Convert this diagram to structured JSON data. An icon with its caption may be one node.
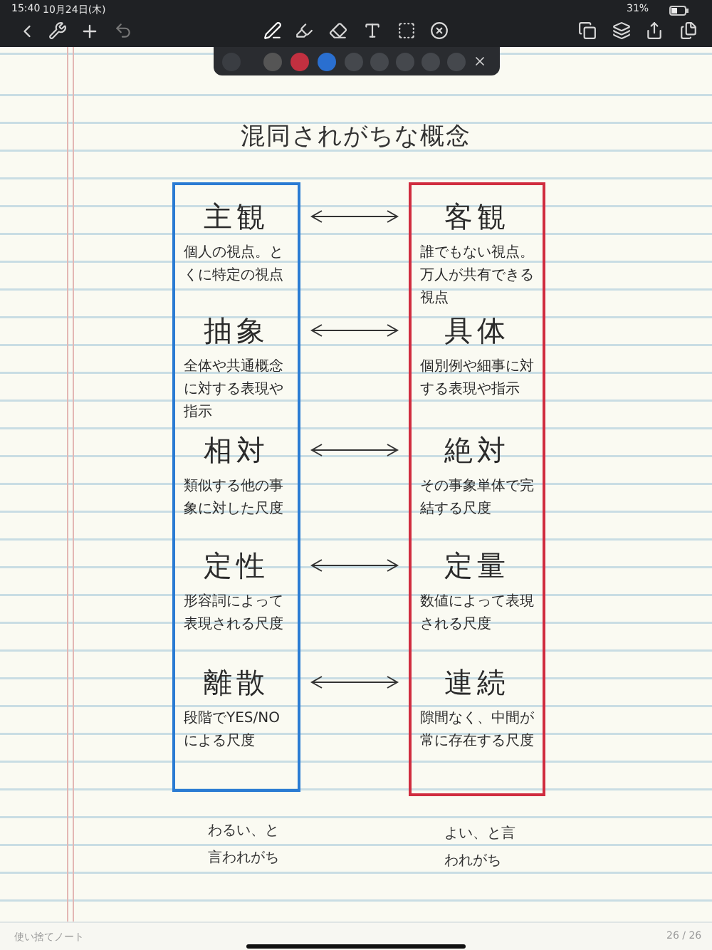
{
  "diagram": {
    "title": "混同されがちな概念",
    "nodes": [
      {
        "text": [],
        "shape": "box"
      },
      {
        "text": [
          "主観",
          "個人の視点。とくに特定の視点"
        ],
        "in": 0
      },
      {
        "text": [
          "抽象",
          "全体や共通概念に対する表現や指示"
        ],
        "in": 0
      },
      {
        "text": [
          "相対",
          "類似する他の事象に対した尺度"
        ],
        "in": 0
      },
      {
        "text": [
          "定性",
          "形容詞によって表現される尺度"
        ],
        "in": 0
      },
      {
        "text": [
          "離散",
          "段階でYES/NOによる尺度"
        ],
        "in": 0
      },
      {
        "text": [],
        "shape": "box"
      },
      {
        "text": [
          "客観",
          "誰でもない視点。万人が共有できる視点"
        ],
        "in": 6
      },
      {
        "text": [
          "具体",
          "個別例や細事に対する表現や指示"
        ],
        "in": 6
      },
      {
        "text": [
          "絶対",
          "その事象単体で完結する尺度"
        ],
        "in": 6
      },
      {
        "text": [
          "定量",
          "数値によって表現される尺度"
        ],
        "in": 6
      },
      {
        "text": [
          "連続",
          "隙間なく、中間が常に存在する尺度"
        ],
        "in": 6
      }
    ],
    "edges": [
      {
        "from": 1,
        "to": 7,
        "arrow": "both"
      },
      {
        "from": 2,
        "to": 8,
        "arrow": "both"
      },
      {
        "from": 3,
        "to": 9,
        "arrow": "both"
      },
      {
        "from": 4,
        "to": 10,
        "arrow": "both"
      },
      {
        "from": 5,
        "to": 11,
        "arrow": "both"
      }
    ],
    "labels": [
      "15:40",
      "10月24日(木)",
      "31%",
      "わるい、と言われがち",
      "よい、と言われがち",
      "使い捨てノート",
      "26 / 26"
    ]
  }
}
